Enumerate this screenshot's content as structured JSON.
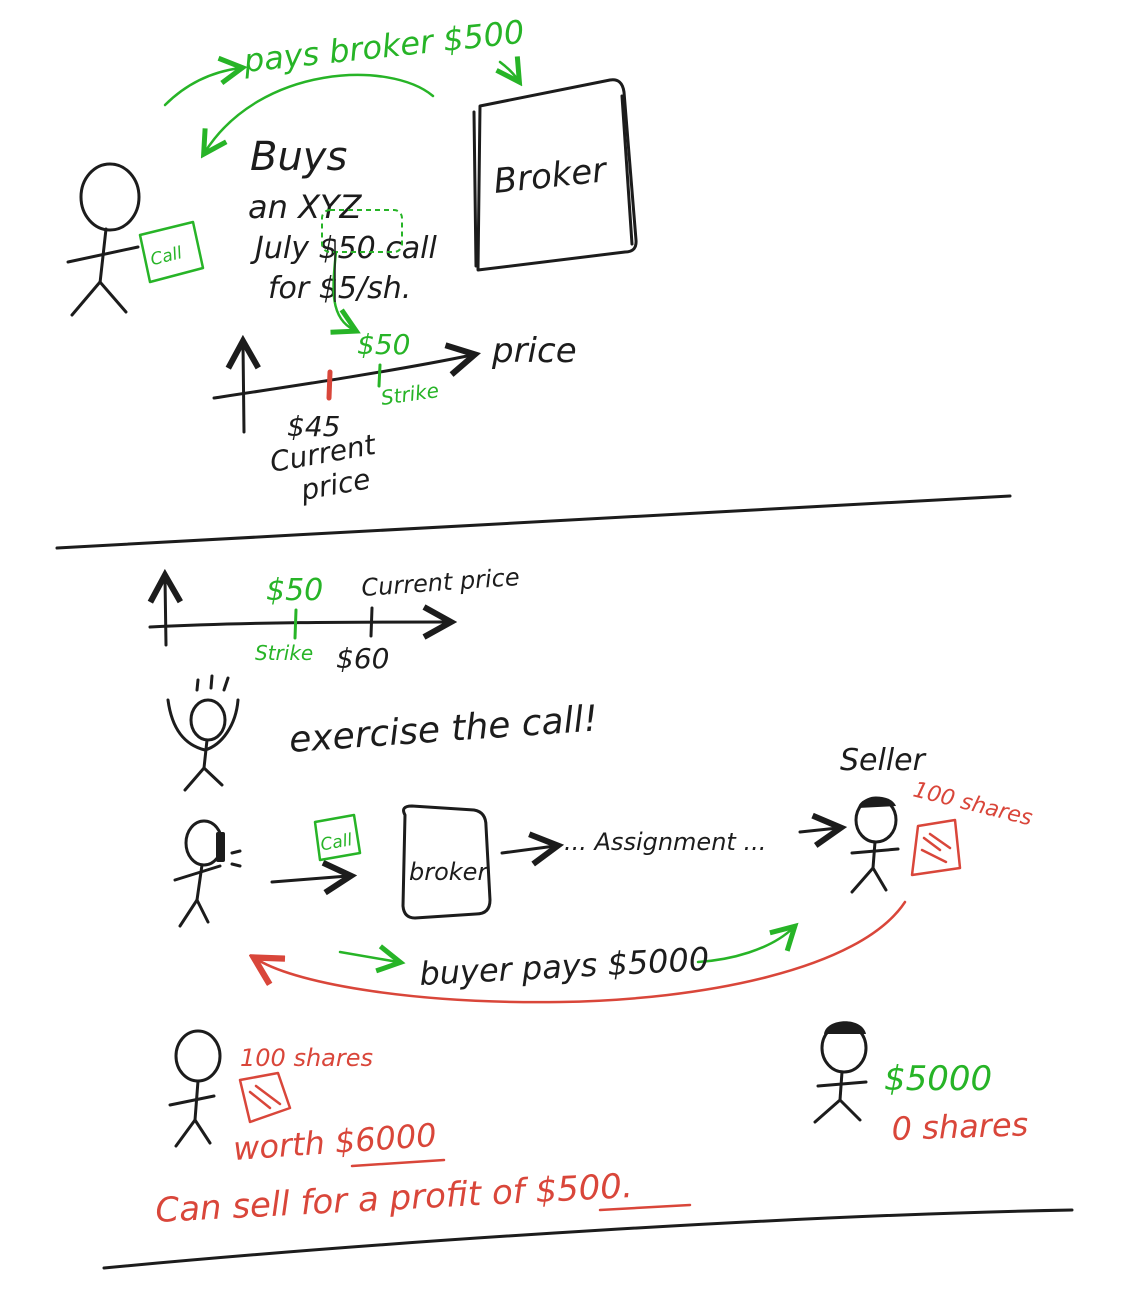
{
  "colors": {
    "ink": "#1c1c1c",
    "green": "#27b427",
    "red": "#d9463a"
  },
  "top": {
    "pays_broker": "pays broker $500",
    "trade_lines": [
      "Buys",
      "an XYZ",
      "July $50 call",
      "for $5/sh."
    ],
    "card_label": "Call",
    "broker_box": "Broker",
    "axis": {
      "price_label": "price",
      "strike_value": "$50",
      "strike_label": "Strike",
      "current_value": "$45",
      "current_label_1": "Current",
      "current_label_2": "price"
    }
  },
  "bottom": {
    "axis": {
      "strike_value": "$50",
      "strike_label": "Strike",
      "current_label": "Current price",
      "current_value": "$60"
    },
    "exercise": "exercise the call!",
    "card_label": "Call",
    "broker_box": "broker",
    "assignment": "... Assignment ...",
    "seller_label": "Seller",
    "seller_shares": "100 shares",
    "payment": "buyer pays $5000",
    "buyer_shares": "100 shares",
    "worth": "worth $6000",
    "seller_cash": "$5000",
    "seller_after": "0 shares",
    "profit": "Can sell for a profit of $500."
  }
}
